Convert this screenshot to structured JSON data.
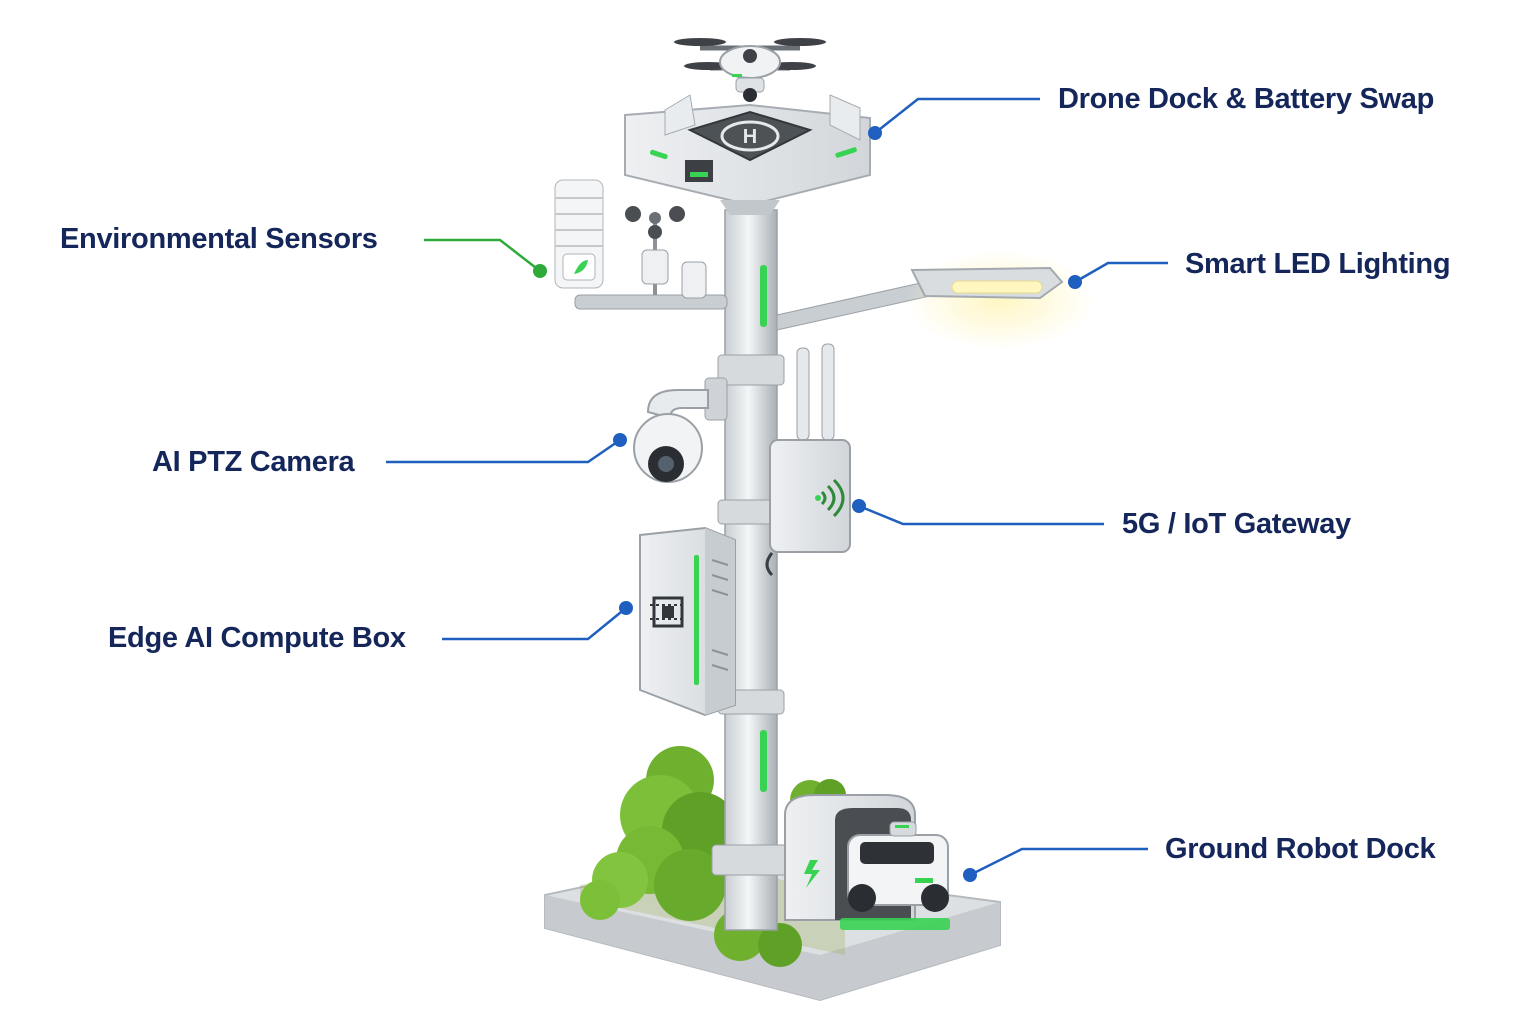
{
  "callouts": {
    "drone_dock": "Drone Dock & Battery Swap",
    "environmental_sensors": "Environmental Sensors",
    "smart_led": "Smart LED Lighting",
    "ptz_camera": "AI PTZ Camera",
    "gateway": "5G / IoT Gateway",
    "edge_compute": "Edge AI Compute Box",
    "robot_dock": "Ground Robot Dock"
  },
  "icons": {
    "helipad": "H"
  },
  "colors": {
    "label_text": "#14265a",
    "leader_blue": "#1f5fbf",
    "leader_green": "#2eaa3a",
    "accent_green": "#39d353",
    "led_glow": "#fff6c0",
    "foliage": "#6fb12f"
  }
}
